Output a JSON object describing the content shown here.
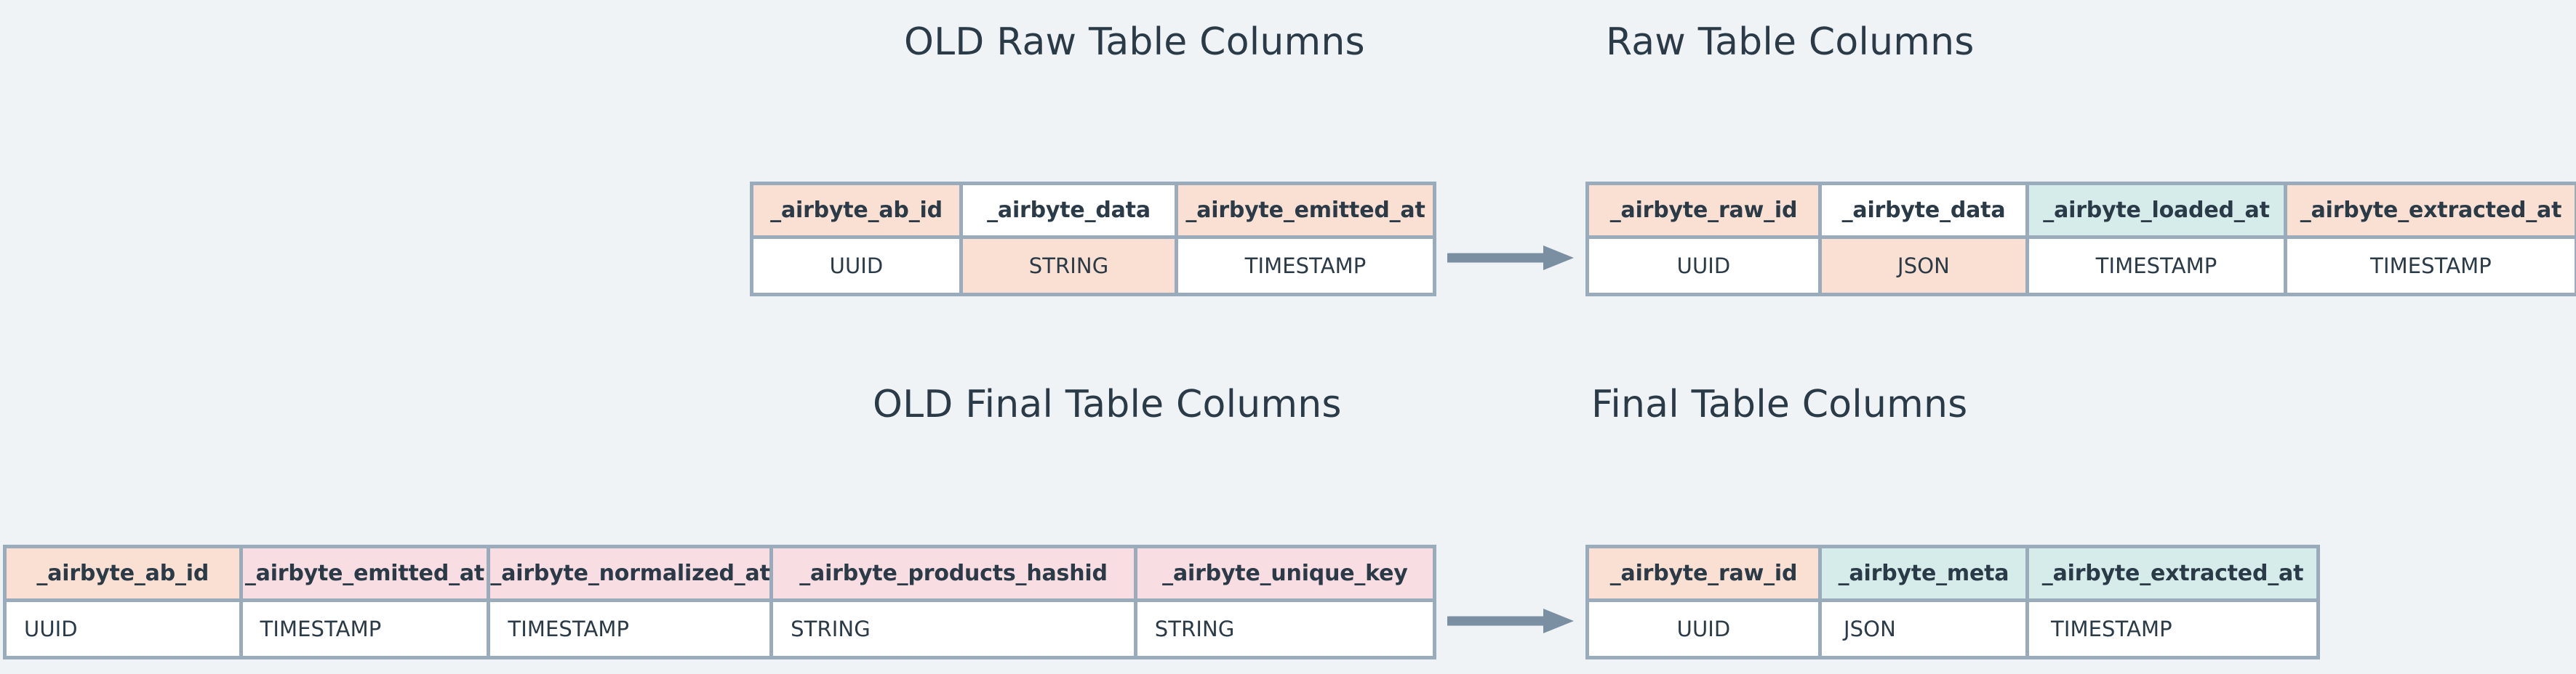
{
  "palette": {
    "background": "#eff3f6",
    "text": "#2b3a47",
    "border": "#9aabbc",
    "peach": "#fae0d2",
    "pink": "#f8dde3",
    "mint": "#d5ecea",
    "white": "#ffffff",
    "arrow": "#7b8fa3"
  },
  "sections": {
    "old_raw": {
      "title": "OLD Raw Table Columns",
      "table": {
        "columns": [
          {
            "name": "_airbyte_ab_id",
            "type": "UUID",
            "header_color": "peach",
            "cell_color": "white"
          },
          {
            "name": "_airbyte_data",
            "type": "STRING",
            "header_color": "white",
            "cell_color": "peach"
          },
          {
            "name": "_airbyte_emitted_at",
            "type": "TIMESTAMP",
            "header_color": "peach",
            "cell_color": "white"
          }
        ]
      }
    },
    "new_raw": {
      "title": "Raw Table Columns",
      "table": {
        "columns": [
          {
            "name": "_airbyte_raw_id",
            "type": "UUID",
            "header_color": "peach",
            "cell_color": "white"
          },
          {
            "name": "_airbyte_data",
            "type": "JSON",
            "header_color": "white",
            "cell_color": "peach"
          },
          {
            "name": "_airbyte_loaded_at",
            "type": "TIMESTAMP",
            "header_color": "mint",
            "cell_color": "white"
          },
          {
            "name": "_airbyte_extracted_at",
            "type": "TIMESTAMP",
            "header_color": "peach",
            "cell_color": "white"
          }
        ]
      }
    },
    "old_final": {
      "title": "OLD Final Table Columns",
      "table": {
        "columns": [
          {
            "name": "_airbyte_ab_id",
            "type": "UUID",
            "header_color": "peach",
            "cell_color": "white"
          },
          {
            "name": "_airbyte_emitted_at",
            "type": "TIMESTAMP",
            "header_color": "pink",
            "cell_color": "white"
          },
          {
            "name": "_airbyte_normalized_at",
            "type": "TIMESTAMP",
            "header_color": "pink",
            "cell_color": "white"
          },
          {
            "name": "_airbyte_products_hashid",
            "type": "STRING",
            "header_color": "pink",
            "cell_color": "white"
          },
          {
            "name": "_airbyte_unique_key",
            "type": "STRING",
            "header_color": "pink",
            "cell_color": "white"
          }
        ]
      }
    },
    "new_final": {
      "title": "Final Table Columns",
      "table": {
        "columns": [
          {
            "name": "_airbyte_raw_id",
            "type": "UUID",
            "header_color": "peach",
            "cell_color": "white"
          },
          {
            "name": "_airbyte_meta",
            "type": "JSON",
            "header_color": "mint",
            "cell_color": "white"
          },
          {
            "name": "_airbyte_extracted_at",
            "type": "TIMESTAMP",
            "header_color": "mint",
            "cell_color": "white"
          }
        ]
      }
    }
  },
  "arrows": [
    {
      "name": "raw-transition-arrow",
      "label": ""
    },
    {
      "name": "final-transition-arrow",
      "label": ""
    }
  ]
}
